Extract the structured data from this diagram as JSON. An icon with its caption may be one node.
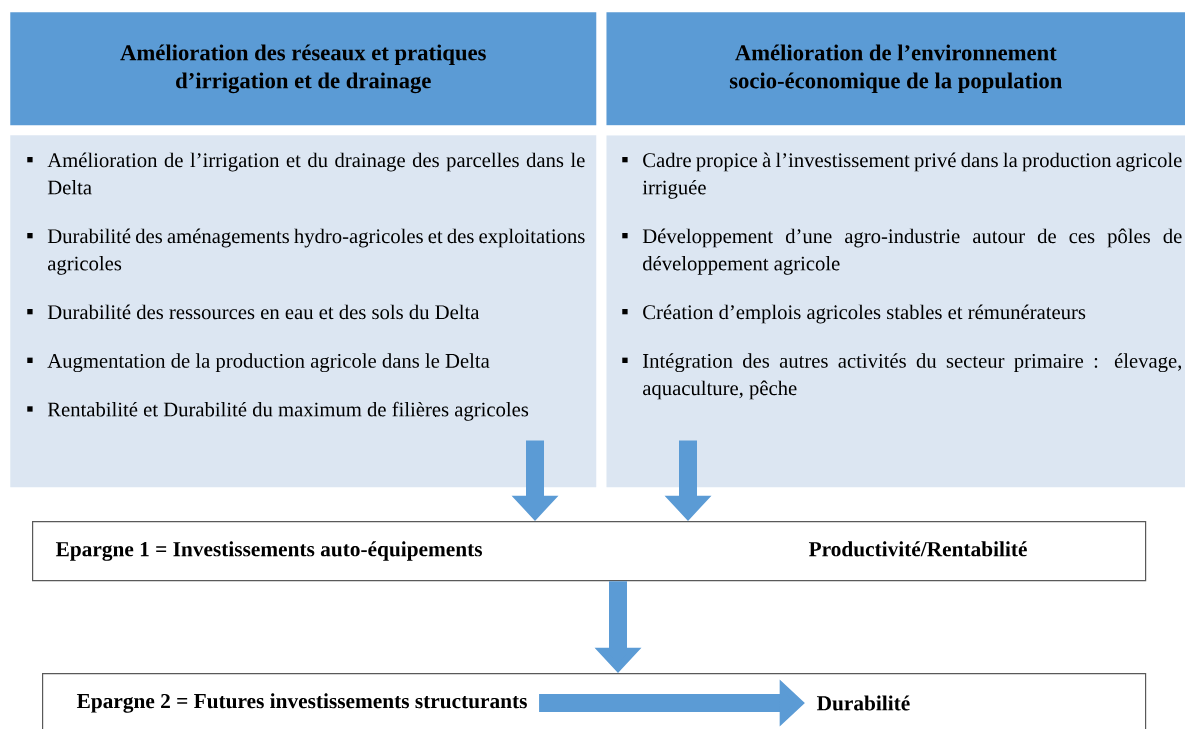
{
  "diagram": {
    "nodes": [
      {
        "text": [
          "Amélioration des réseaux et pratiques d’irrigation et de drainage"
        ]
      },
      {
        "text": [
          "Amélioration de l’irrigation et du drainage des parcelles dans le Delta",
          "Durabilité des aménagements hydro-agricoles et des exploitations agricoles",
          "Durabilité des ressources en eau et des sols du Delta",
          "Augmentation de la production agricole dans le Delta",
          "Rentabilité et Durabilité du maximum de filières agricoles"
        ]
      },
      {
        "text": [
          "Amélioration de l’environnement socio-économique de la population"
        ]
      },
      {
        "text": [
          "Cadre propice à l’investissement privé dans la production agricole irriguée",
          "Développement d’une agro-industrie autour de ces pôles de développement agricole",
          "Création d’emplois agricoles stables et rémunérateurs",
          "Intégration des autres activités du secteur primaire : élevage, aquaculture, pêche"
        ]
      },
      {
        "text": [
          "Epargne 1 = Investissements auto-équipements",
          "Productivité/Rentabilité"
        ]
      },
      {
        "text": [],
        "shape": "box"
      },
      {
        "text": [
          "Epargne 2 = Futures investissements structurants"
        ],
        "in": 5
      },
      {
        "text": [
          "Durabilité"
        ],
        "in": 5
      }
    ],
    "edges": [
      {
        "from": 1,
        "to": 4,
        "arrow": "to"
      },
      {
        "from": 3,
        "to": 4,
        "arrow": "to"
      },
      {
        "from": 4,
        "to": 5,
        "arrow": "to"
      },
      {
        "from": 6,
        "to": 7,
        "arrow": "to"
      }
    ]
  }
}
